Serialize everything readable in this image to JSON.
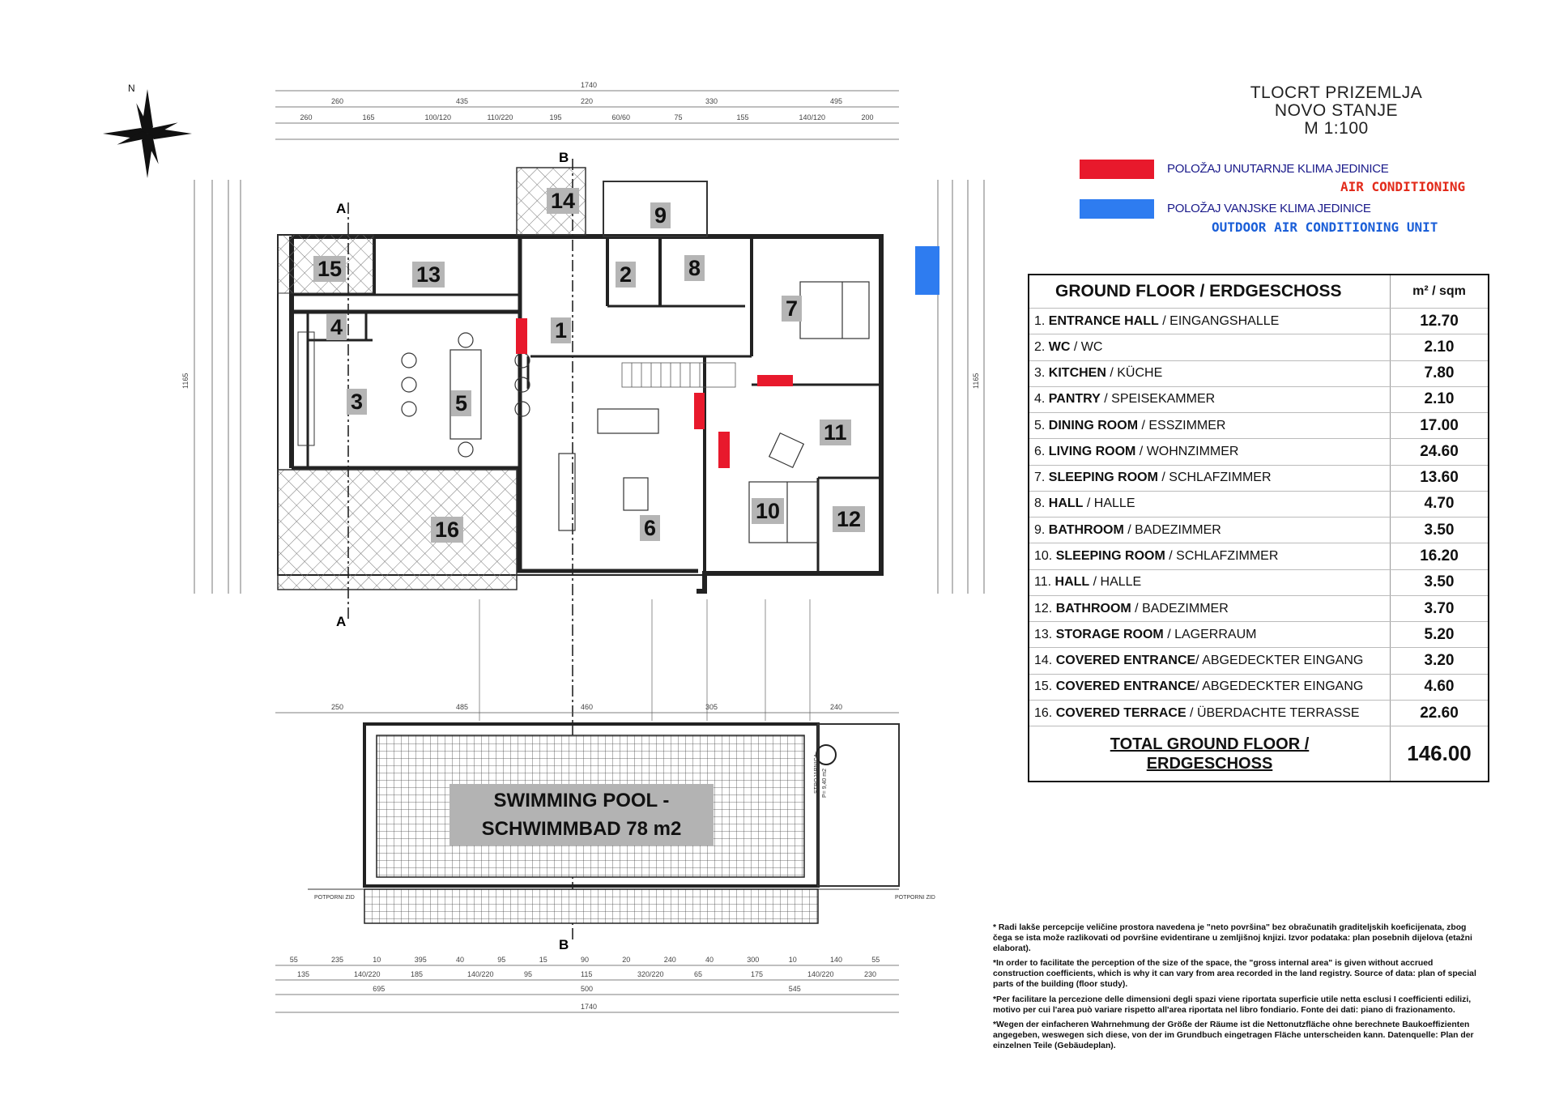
{
  "title": {
    "line1": "TLOCRT PRIZEMLJA",
    "line2": "NOVO STANJE",
    "line3": "M 1:100"
  },
  "legend": {
    "indoor_label": "POLOŽAJ UNUTARNJE KLIMA JEDINICE",
    "indoor_sub": "AIR CONDITIONING",
    "indoor_color": "#e8192c",
    "outdoor_label": "POLOŽAJ VANJSKE KLIMA JEDINICE",
    "outdoor_sub": "OUTDOOR AIR CONDITIONING UNIT",
    "outdoor_color": "#2e7cf0",
    "indoor_sub_color": "#e22a1a",
    "outdoor_sub_color": "#1b5fd8"
  },
  "table": {
    "header": "GROUND FLOOR / ERDGESCHOSS",
    "unit": "m² / sqm",
    "rows": [
      {
        "num": "1.",
        "en": "ENTRANCE HALL",
        "de": "EINGANGSHALLE",
        "area": "12.70"
      },
      {
        "num": "2.",
        "en": "WC",
        "de": "WC",
        "area": "2.10"
      },
      {
        "num": "3.",
        "en": "KITCHEN",
        "de": "KÜCHE",
        "area": "7.80"
      },
      {
        "num": "4.",
        "en": "PANTRY",
        "de": "SPEISEKAMMER",
        "area": "2.10"
      },
      {
        "num": "5.",
        "en": "DINING ROOM",
        "de": "ESSZIMMER",
        "area": "17.00"
      },
      {
        "num": "6.",
        "en": "LIVING ROOM",
        "de": "WOHNZIMMER",
        "area": "24.60"
      },
      {
        "num": "7.",
        "en": "SLEEPING ROOM",
        "de": "SCHLAFZIMMER",
        "area": "13.60"
      },
      {
        "num": "8.",
        "en": "HALL",
        "de": "HALLE",
        "area": "4.70"
      },
      {
        "num": "9.",
        "en": "BATHROOM",
        "de": "BADEZIMMER",
        "area": "3.50"
      },
      {
        "num": "10.",
        "en": "SLEEPING ROOM",
        "de": "SCHLAFZIMMER",
        "area": "16.20"
      },
      {
        "num": "11.",
        "en": "HALL",
        "de": "HALLE",
        "area": "3.50"
      },
      {
        "num": "12.",
        "en": "BATHROOM",
        "de": "BADEZIMMER",
        "area": "3.70"
      },
      {
        "num": "13.",
        "en": "STORAGE ROOM",
        "de": "LAGERRAUM",
        "area": "5.20"
      },
      {
        "num": "14.",
        "en": "COVERED ENTRANCE",
        "de": "ABGEDECKTER EINGANG",
        "area": "3.20",
        "sep": "/ "
      },
      {
        "num": "15.",
        "en": "COVERED ENTRANCE",
        "de": "ABGEDECKTER EINGANG",
        "area": "4.60",
        "sep": "/ "
      },
      {
        "num": "16.",
        "en": "COVERED TERRACE",
        "de": "ÜBERDACHTE TERRASSE",
        "area": "22.60"
      }
    ],
    "total_label_1": "TOTAL  GROUND FLOOR /",
    "total_label_2": "ERDGESCHOSS",
    "total_area": "146.00"
  },
  "pool": {
    "line1": "SWIMMING POOL -",
    "line2": "SCHWIMMBAD 78 m2"
  },
  "plan": {
    "north": "N",
    "section_a": "A",
    "section_b": "B",
    "rooms": [
      "1",
      "2",
      "3",
      "4",
      "5",
      "6",
      "7",
      "8",
      "9",
      "10",
      "11",
      "12",
      "13",
      "14",
      "15",
      "16"
    ],
    "total_width_dim": "1740",
    "top_dims_1": [
      "260",
      "435",
      "220",
      "330",
      "495"
    ],
    "top_dims_2": [
      "260",
      "165",
      "100/120",
      "110/220",
      "195",
      "60/60",
      "75",
      "155",
      "140/120",
      "200"
    ],
    "bottom_dims_1": [
      "55",
      "235",
      "10",
      "395",
      "40",
      "95",
      "15",
      "90",
      "20",
      "240",
      "40",
      "300",
      "10",
      "140",
      "55"
    ],
    "bottom_dims_2": [
      "135",
      "140/220",
      "185",
      "140/220",
      "95",
      "115",
      "320/220",
      "65",
      "175",
      "140/220",
      "230"
    ],
    "bottom_dims_3": [
      "695",
      "500",
      "545"
    ],
    "pool_dims": [
      "250",
      "485",
      "460",
      "305",
      "240"
    ],
    "left_total": "1165",
    "right_total": "1165",
    "pool_labels": [
      "POTPORNI ZID",
      "POTPORNI ZID",
      "STROJARNICA",
      "P= 9,40 m2"
    ]
  },
  "notes": [
    "* Radi lakše percepcije veličine prostora navedena je \"neto površina\" bez obračunatih graditeljskih koeficijenata, zbog čega se ista može razlikovati od površine evidentirane u zemljišnoj knjizi. Izvor podataka: plan posebnih dijelova (etažni elaborat).",
    "*In order to facilitate the perception of the size of the space, the \"gross internal area\" is given without accrued construction coefficients, which is why it can vary from area recorded in the land registry. Source of data: plan of special parts of the building (floor study).",
    "*Per facilitare la percezione delle dimensioni degli spazi viene riportata superficie utile netta esclusi I coefficienti edilizi, motivo per cui l'area può variare rispetto all'area riportata nel libro fondiario. Fonte dei dati: piano di frazionamento.",
    "*Wegen der einfacheren Wahrnehmung der Größe der Räume ist die Nettonutzfläche ohne berechnete Baukoeffizienten angegeben, weswegen sich diese, von der im Grundbuch eingetragen Fläche unterscheiden kann. Datenquelle: Plan der einzelnen Teile (Gebäudeplan)."
  ]
}
